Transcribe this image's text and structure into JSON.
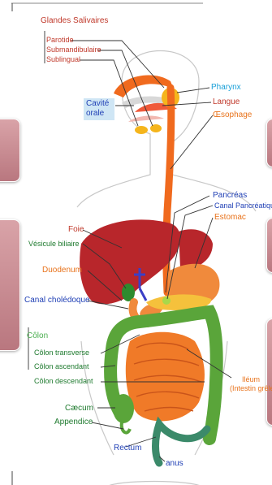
{
  "labels": {
    "glandes": "Glandes Salivaires",
    "parotide": "Parotide",
    "submandibulaire": "Submandibulaire",
    "sublingual": "Sublingual",
    "cavite": "Cavité",
    "orale": "orale",
    "pharynx": "Pharynx",
    "langue": "Langue",
    "oesophage": "Œsophage",
    "pancreas": "Pancréas",
    "canal_pancreatique": "Canal Pancréatique",
    "estomac": "Estomac",
    "foie": "Foie",
    "vesicule": "Vésicule biliaire",
    "duodenum": "Duodenum",
    "canal_choledoque": "Canal cholédoque",
    "colon": "Côlon",
    "colon_transverse": "Côlon transverse",
    "colon_ascendant": "Côlon ascendant",
    "colon_descendant": "Côlon descendant",
    "ileum": "Iléum",
    "intestin_grele": "(Intestin grêle)",
    "caecum": "Cæcum",
    "appendice": "Appendice",
    "rectum": "Rectum",
    "anus": "anus"
  },
  "colors": {
    "liver": "#b8262b",
    "stomach": "#f08a3c",
    "esophagus": "#f06a1e",
    "colon": "#5aa53a",
    "small_intestine": "#f07a28",
    "gland": "#f5b51c",
    "bile": "#3b3fc6"
  }
}
